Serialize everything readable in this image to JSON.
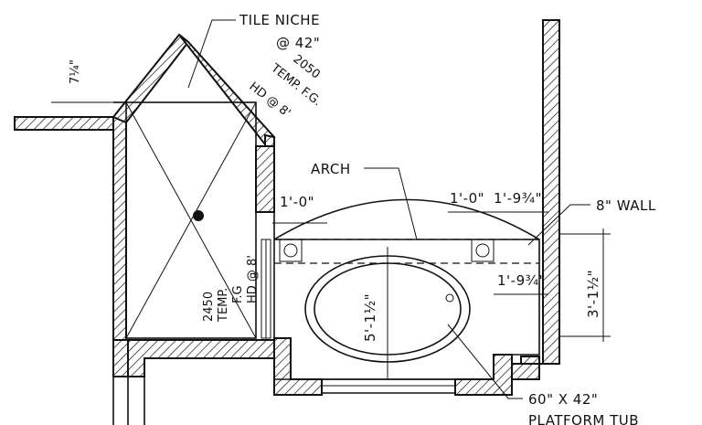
{
  "labels": {
    "tile_niche": "TILE NICHE",
    "tile_niche_height": "@ 42\"",
    "window_size": "2050",
    "window_spec": "TEMP. F.G.",
    "window_head": "HD @ 8'",
    "arch": "ARCH",
    "wall": "8\" WALL",
    "left_window_size": "2450",
    "left_window_spec": "TEMP.",
    "left_window_glass": "F.G",
    "left_window_head": "HD @ 8'",
    "tub_size": "60\" X 42\"",
    "tub_type": "PLATFORM TUB"
  },
  "dimensions": {
    "bench_height": "7¼\"",
    "arch_offset_left": "1'-0\"",
    "arch_offset_right": "1'-0\"",
    "right_clearance_top": "1'-9¾\"",
    "right_clearance_mid": "1'-9¾\"",
    "tub_length": "5'-1½\"",
    "tub_depth": "3'-1½\""
  },
  "colors": {
    "ink": "#111111",
    "paper": "#ffffff"
  }
}
